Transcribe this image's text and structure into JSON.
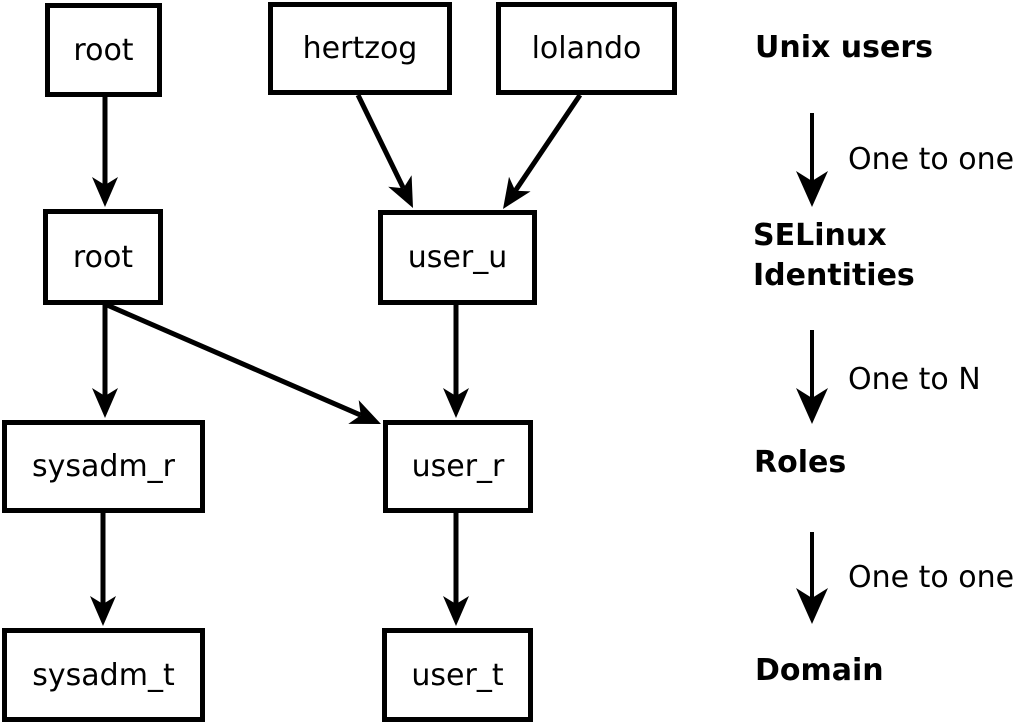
{
  "canvas": {
    "background_color": "#ffffff",
    "line_color": "#000000"
  },
  "nodes": {
    "unix_root": {
      "label": "root"
    },
    "unix_hertzog": {
      "label": "hertzog"
    },
    "unix_lolando": {
      "label": "lolando"
    },
    "selinux_root": {
      "label": "root"
    },
    "selinux_user_u": {
      "label": "user_u"
    },
    "role_sysadm_r": {
      "label": "sysadm_r"
    },
    "role_user_r": {
      "label": "user_r"
    },
    "domain_sysadm_t": {
      "label": "sysadm_t"
    },
    "domain_user_t": {
      "label": "user_t"
    }
  },
  "legend": {
    "level_unix_users": "Unix users",
    "relation_one_to_one_1": "One to one",
    "level_selinux_line1": "SELinux",
    "level_selinux_line2": "Identities",
    "relation_one_to_n": "One to N",
    "level_roles": "Roles",
    "relation_one_to_one_2": "One to one",
    "level_domain": "Domain"
  }
}
